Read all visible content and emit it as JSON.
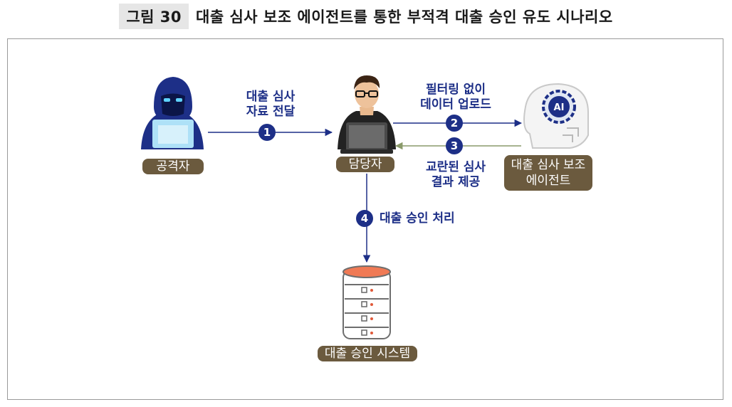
{
  "figure": {
    "label": "그림 30",
    "title": "대출 심사 보조 에이전트를 통한 부적격 대출 승인 유도 시나리오"
  },
  "nodes": {
    "attacker": "공격자",
    "officer": "담당자",
    "agent": "대출 심사 보조\n에이전트",
    "system": "대출 승인 시스템"
  },
  "steps": [
    {
      "number": "1",
      "label": "대출 심사\n자료 전달"
    },
    {
      "number": "2",
      "label": "필터링 없이\n데이터 업로드"
    },
    {
      "number": "3",
      "label": "교란된 심사\n결과 제공"
    },
    {
      "number": "4",
      "label": "대출 승인 처리"
    }
  ],
  "icons": {
    "attacker": "hooded-hacker-icon",
    "officer": "person-laptop-icon",
    "agent": "ai-robot-head-icon",
    "system": "database-server-icon",
    "agent_chip_text": "AI"
  },
  "colors": {
    "primary": "#1d2f87",
    "badge": "#6b5a3e",
    "return_arrow": "#8a9a6a",
    "db_top": "#f07a55"
  }
}
